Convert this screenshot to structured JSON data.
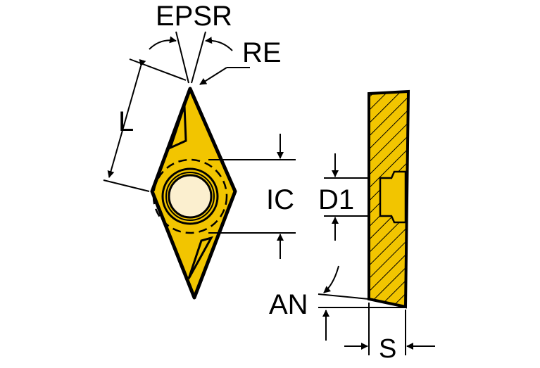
{
  "labels": {
    "epsr": "EPSR",
    "re": "RE",
    "l": "L",
    "ic": "IC",
    "d1": "D1",
    "an": "AN",
    "s": "S"
  },
  "colors": {
    "insert_fill": "#F2C500",
    "hole_fill": "#FBEFCF",
    "ink": "#000000"
  }
}
